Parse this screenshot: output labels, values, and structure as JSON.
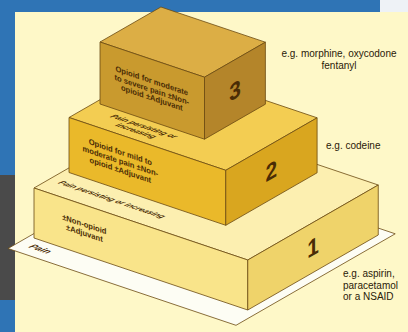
{
  "diagram": {
    "nodes": [
      {
        "text": [
          "Opioid for moderate to severe pain ±Non-opioid ±Adjuvant",
          "3"
        ]
      },
      {
        "text": [
          "Pain persisting or increasing",
          "Opioid for mild to moderate pain ±Non-opioid ±Adjuvant",
          "2"
        ]
      },
      {
        "text": [
          "Pain persisting or increasing",
          "±Non-opioid ±Adjuvant",
          "1"
        ]
      },
      {
        "text": [
          "Pain"
        ]
      }
    ],
    "labels": [
      "e.g. morphine, oxycodone fentanyl",
      "e.g. codeine",
      "e.g. aspirin, paracetamol or a NSAID"
    ]
  }
}
